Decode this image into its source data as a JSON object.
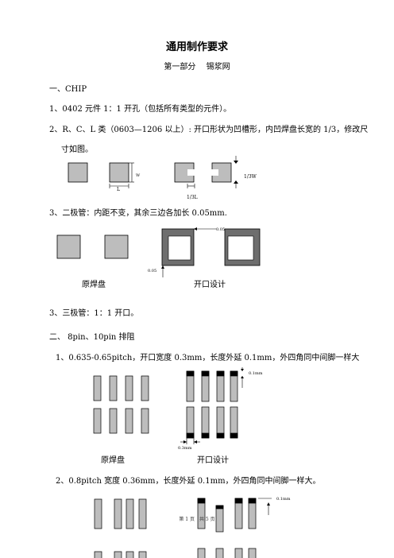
{
  "doc": {
    "title": "通用制作要求",
    "subtitle": "第一部分　 锡浆网",
    "sec1": "一、CHIP",
    "item1": "1、0402 元件 1：1 开孔（包括所有类型的元件）。",
    "item2a": "2、R、C、L 类（0603—1206 以上）: 开口形状为凹槽形，内凹焊盘长宽的 1/3，修改尺",
    "item2b": "寸如图。",
    "fig1": {
      "w": "W",
      "l": "L",
      "third_w": "1/3W",
      "third_l": "1/3L"
    },
    "item3": "3、二极管：内距不变，其余三边各加长 0.05mm.",
    "fig2": {
      "dim_top": "0.05",
      "dim_bottom": "0.05"
    },
    "caption_original": "原焊盘",
    "caption_design": "开口设计",
    "item3b": "3、三极管：1：1 开口。",
    "sec2": "二、 8pin、10pin 排阻",
    "sub1": "1、0.635-0.65pitch，开口宽度 0.3mm，长度外延 0.1mm，外四角同中间脚一样大",
    "fig3": {
      "dim_top": "0.1mm",
      "dim_bottom": "0.3mm"
    },
    "sub2": "2、0.8pitch 宽度 0.36mm，长度外延 0.1mm，外四角同中间脚一样大。",
    "fig4": {
      "dim_top": "0.1mm"
    },
    "footer": "第 1 页　共 5 页"
  }
}
